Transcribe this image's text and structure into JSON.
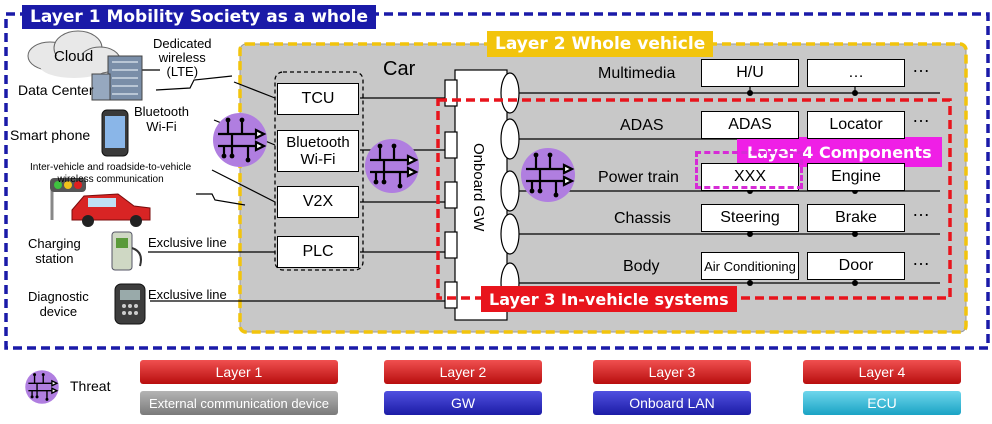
{
  "layers": {
    "layer1_title": "Layer 1 Mobility Society as a whole",
    "layer2_title": "Layer 2 Whole vehicle",
    "layer3_title": "Layer 3 In-vehicle systems",
    "layer4_title": "Layer 4 Components"
  },
  "external": {
    "cloud": "Cloud",
    "data_center": "Data Center",
    "smart_phone": "Smart phone",
    "dedicated_wireless": "Dedicated\nwireless\n(LTE)",
    "bluetooth_wifi": "Bluetooth\nWi-Fi",
    "v2x_text": "Inter-vehicle and roadside-to-vehicle\nwireless communication",
    "charging_station": "Charging\nstation",
    "diagnostic_device": "Diagnostic\ndevice",
    "exclusive_line_1": "Exclusive line",
    "exclusive_line_2": "Exclusive line"
  },
  "vehicle": {
    "car_label": "Car",
    "devices": [
      "TCU",
      "Bluetooth\nWi-Fi",
      "V2X",
      "PLC"
    ],
    "gateway": "Onboard GW"
  },
  "domains": [
    {
      "name": "Multimedia",
      "ecus": [
        "H/U",
        "…"
      ]
    },
    {
      "name": "ADAS",
      "ecus": [
        "ADAS",
        "Locator"
      ]
    },
    {
      "name": "Power train",
      "ecus": [
        "XXX",
        "Engine"
      ]
    },
    {
      "name": "Chassis",
      "ecus": [
        "Steering",
        "Brake"
      ]
    },
    {
      "name": "Body",
      "ecus": [
        "Air Conditioning",
        "Door"
      ]
    }
  ],
  "more_marker": "…",
  "legend": {
    "threat": "Threat",
    "items": [
      {
        "layer": "Layer 1",
        "component": "External communication device",
        "color": "#8c8c8c"
      },
      {
        "layer": "Layer 2",
        "component": "GW",
        "color": "#2b2bbd"
      },
      {
        "layer": "Layer 3",
        "component": "Onboard LAN",
        "color": "#2b2bbd"
      },
      {
        "layer": "Layer 4",
        "component": "ECU",
        "color": "#2ab6d4"
      }
    ],
    "layer_color": "#d41c1c"
  },
  "colors": {
    "layer1_border": "#1a1aa8",
    "layer2_border": "#f2c40c",
    "layer3_border": "#e8141c",
    "layer4_border": "#d62bd6",
    "threat_fill": "#b07ee0"
  }
}
